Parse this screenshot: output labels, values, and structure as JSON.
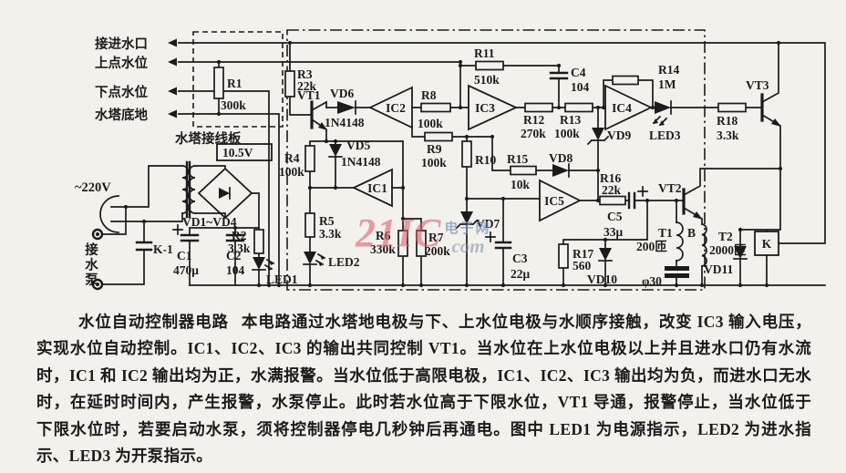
{
  "watermark": {
    "brand": "21IC",
    "site": "电子网",
    "suffix": "com"
  },
  "schematic": {
    "labels": {
      "t1": "接进水口",
      "t2": "上点水位",
      "t3": "下点水位",
      "t4": "水塔底地",
      "board": "水塔接线板",
      "mains": "~220V",
      "pump": "接水泵",
      "k1": "K-1",
      "vsec": "10.5V",
      "bridge": "VD1~VD4",
      "r1": "R1",
      "r1v": "300k",
      "r2": "R2",
      "r2v": "3.3k",
      "r3": "R3",
      "r3v": "22k",
      "r4": "R4",
      "r4v": "100k",
      "r5": "R5",
      "r5v": "3.3k",
      "r6": "R6",
      "r6v": "330k",
      "r7": "R7",
      "r7v": "200k",
      "r8": "R8",
      "r8v": "100k",
      "r9": "R9",
      "r9v": "100k",
      "r10": "R10",
      "r11": "R11",
      "r11v": "510k",
      "r12": "R12",
      "r12v": "270k",
      "r13": "R13",
      "r13v": "100k",
      "r14": "R14",
      "r14v": "1M",
      "r15": "R15",
      "r15v": "10k",
      "r16": "R16",
      "r16v": "22k",
      "r17": "R17",
      "r17v": "560",
      "r18": "R18",
      "r18v": "3.3k",
      "c1": "C1",
      "c1v": "470μ",
      "c2": "C2",
      "c2v": "104",
      "c3": "C3",
      "c3v": "22μ",
      "c4": "C4",
      "c4v": "104",
      "c5": "C5",
      "c5v": "33μ",
      "vd5": "VD5",
      "vd5v": "1N4148",
      "vd6": "VD6",
      "vd6v": "1N4148",
      "vd7": "VD7",
      "vd8": "VD8",
      "vd9": "VD9",
      "vd10": "VD10",
      "vd11": "VD11",
      "led1": "LED1",
      "led2": "LED2",
      "led3": "LED3",
      "vt1": "VT1",
      "vt2": "VT2",
      "vt3": "VT3",
      "ic1": "IC1",
      "ic2": "IC2",
      "ic3": "IC3",
      "ic4": "IC4",
      "ic5": "IC5",
      "t1c": "T1",
      "t1v": "200匝",
      "t2c": "T2",
      "t2v": "2000匝",
      "b": "B",
      "k": "K",
      "phi": "φ30"
    }
  },
  "description": {
    "heading": "水位自动控制器电路",
    "intro": "本电路通过水塔地电极与下、上水位电极与水顺序接触，改变 IC3 输入电压，",
    "lines": [
      "实现水位自动控制。IC1、IC2、IC3 的输出共同控制 VT1。当水位在上水位电极以上并且进水口仍有水流",
      "时，IC1 和 IC2 输出均为正，水满报警。当水位低于高限电极，IC1、IC2、IC3 输出均为负，而进水口无水",
      "时，在延时时间内，产生报警，水泵停止。此时若水位高于下限水位，VT1 导通，报警停止，当水位低于",
      "下限水位时，若要启动水泵，须将控制器停电几秒钟后再通电。图中 LED1 为电源指示，LED2 为进水指",
      "示、LED3 为开泵指示。"
    ]
  }
}
